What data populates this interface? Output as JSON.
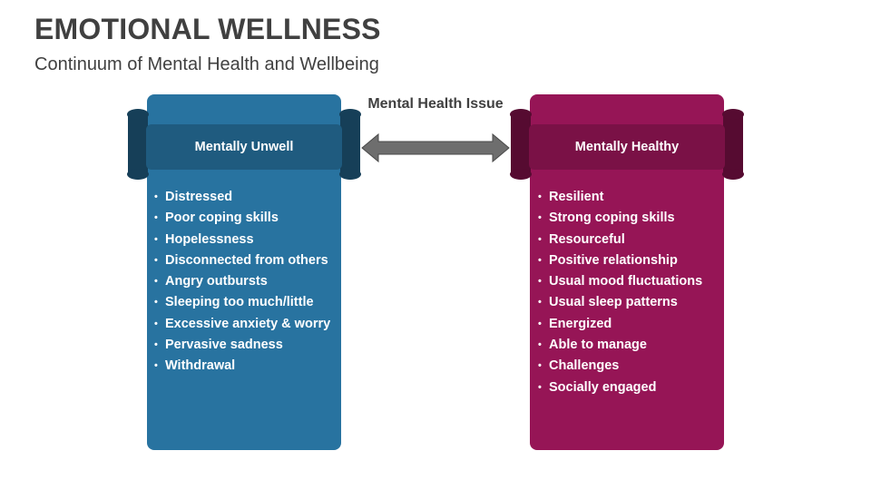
{
  "title": "EMOTIONAL WELLNESS",
  "subtitle": "Continuum of Mental Health and Wellbeing",
  "middle_label": "Mental Health Issue",
  "colors": {
    "unwell": "#2873A0",
    "unwell_ribbon": "#1F5B7F",
    "unwell_ribbon_dark": "#163F58",
    "healthy": "#961556",
    "healthy_ribbon": "#7A1146",
    "healthy_ribbon_dark": "#560B31",
    "arrow": "#6E6E6E"
  },
  "left_panel": {
    "heading": "Mentally Unwell",
    "items": [
      "Distressed",
      "Poor coping skills",
      "Hopelessness",
      "Disconnected from others",
      "Angry outbursts",
      "Sleeping too much/little",
      "Excessive anxiety & worry",
      "Pervasive sadness",
      "Withdrawal"
    ]
  },
  "right_panel": {
    "heading": "Mentally Healthy",
    "items": [
      "Resilient",
      "Strong coping skills",
      "Resourceful",
      "Positive relationship",
      "Usual mood fluctuations",
      "Usual sleep patterns",
      "Energized",
      "Able to manage",
      "Challenges",
      "Socially engaged"
    ]
  }
}
